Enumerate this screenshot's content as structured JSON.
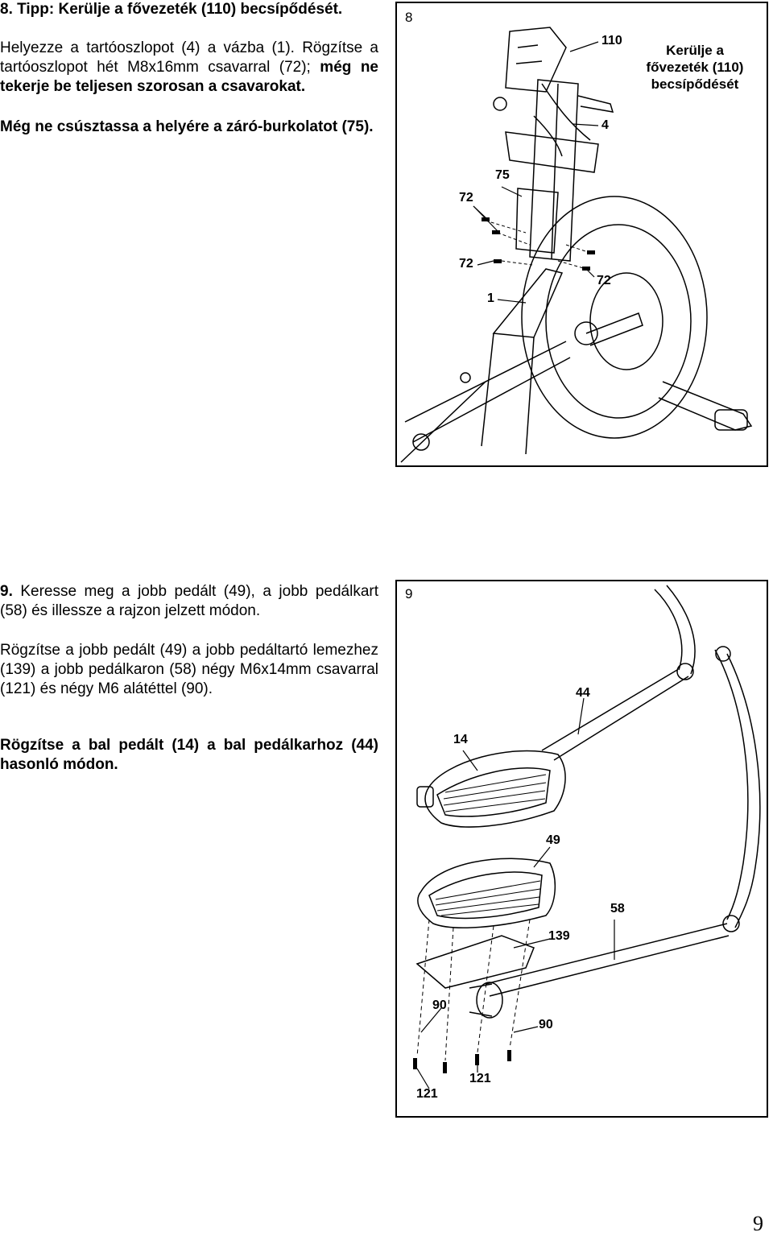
{
  "step8": {
    "heading": "8. Tipp: Kerülje a fővezeték (110) becsípődését.",
    "para1_normal": "Helyezze a tartóoszlopot (4) a vázba (1). Rögzítse a tartóoszlopot hét M8x16mm csavarral (72); ",
    "para1_bold": "még ne tekerje be teljesen szorosan a csavarokat.",
    "para2": "Még ne csúsztassa a helyére a záró-burkolatot (75).",
    "figure": {
      "number": "8",
      "warning": [
        "Kerülje a",
        "fővezeték (110)",
        "becsípődését"
      ],
      "labels": {
        "l110": "110",
        "l4": "4",
        "l75": "75",
        "l72a": "72",
        "l72b": "72",
        "l72c": "72",
        "l1": "1"
      }
    }
  },
  "step9": {
    "heading_num": "9.",
    "heading_text": " Keresse meg a jobb pedált (49), a jobb pedálkart (58) és illessze a rajzon jelzett módon.",
    "para1": "Rögzítse a jobb pedált (49) a jobb pedáltartó lemezhez (139) a jobb pedálkaron (58) négy M6x14mm csavarral (121) és négy M6 alátéttel (90).",
    "para2": "Rögzítse a bal pedált (14) a bal pedálkarhoz (44) hasonló módon.",
    "figure": {
      "number": "9",
      "labels": {
        "l44": "44",
        "l14": "14",
        "l49": "49",
        "l58": "58",
        "l139": "139",
        "l90a": "90",
        "l90b": "90",
        "l121a": "121",
        "l121b": "121"
      }
    }
  },
  "page_number": "9"
}
